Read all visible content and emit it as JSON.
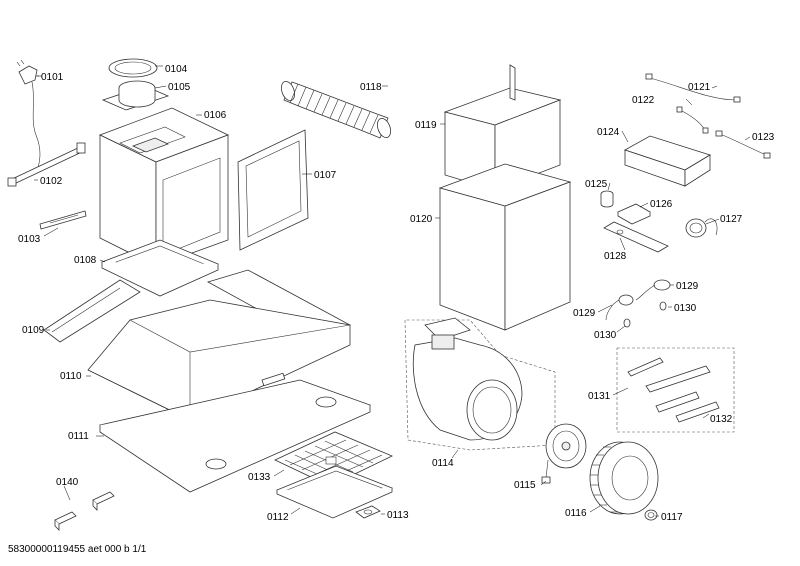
{
  "parts": [
    {
      "id": "0101",
      "label": "0101"
    },
    {
      "id": "0102",
      "label": "0102"
    },
    {
      "id": "0103",
      "label": "0103"
    },
    {
      "id": "0104",
      "label": "0104"
    },
    {
      "id": "0105",
      "label": "0105"
    },
    {
      "id": "0106",
      "label": "0106"
    },
    {
      "id": "0107",
      "label": "0107"
    },
    {
      "id": "0108",
      "label": "0108"
    },
    {
      "id": "0109",
      "label": "0109"
    },
    {
      "id": "0110",
      "label": "0110"
    },
    {
      "id": "0111",
      "label": "0111"
    },
    {
      "id": "0112",
      "label": "0112"
    },
    {
      "id": "0113",
      "label": "0113"
    },
    {
      "id": "0114",
      "label": "0114"
    },
    {
      "id": "0115",
      "label": "0115"
    },
    {
      "id": "0116",
      "label": "0116"
    },
    {
      "id": "0117",
      "label": "0117"
    },
    {
      "id": "0118",
      "label": "0118"
    },
    {
      "id": "0119",
      "label": "0119"
    },
    {
      "id": "0120",
      "label": "0120"
    },
    {
      "id": "0121",
      "label": "0121"
    },
    {
      "id": "0122",
      "label": "0122"
    },
    {
      "id": "0123",
      "label": "0123"
    },
    {
      "id": "0124",
      "label": "0124"
    },
    {
      "id": "0125",
      "label": "0125"
    },
    {
      "id": "0126",
      "label": "0126"
    },
    {
      "id": "0127",
      "label": "0127"
    },
    {
      "id": "0128",
      "label": "0128"
    },
    {
      "id": "0129a",
      "label": "0129"
    },
    {
      "id": "0129b",
      "label": "0129"
    },
    {
      "id": "0130a",
      "label": "0130"
    },
    {
      "id": "0130b",
      "label": "0130"
    },
    {
      "id": "0131",
      "label": "0131"
    },
    {
      "id": "0132",
      "label": "0132"
    },
    {
      "id": "0133",
      "label": "0133"
    },
    {
      "id": "0140",
      "label": "0140"
    }
  ],
  "footer": "58300000119455 aet 000 b 1/1"
}
